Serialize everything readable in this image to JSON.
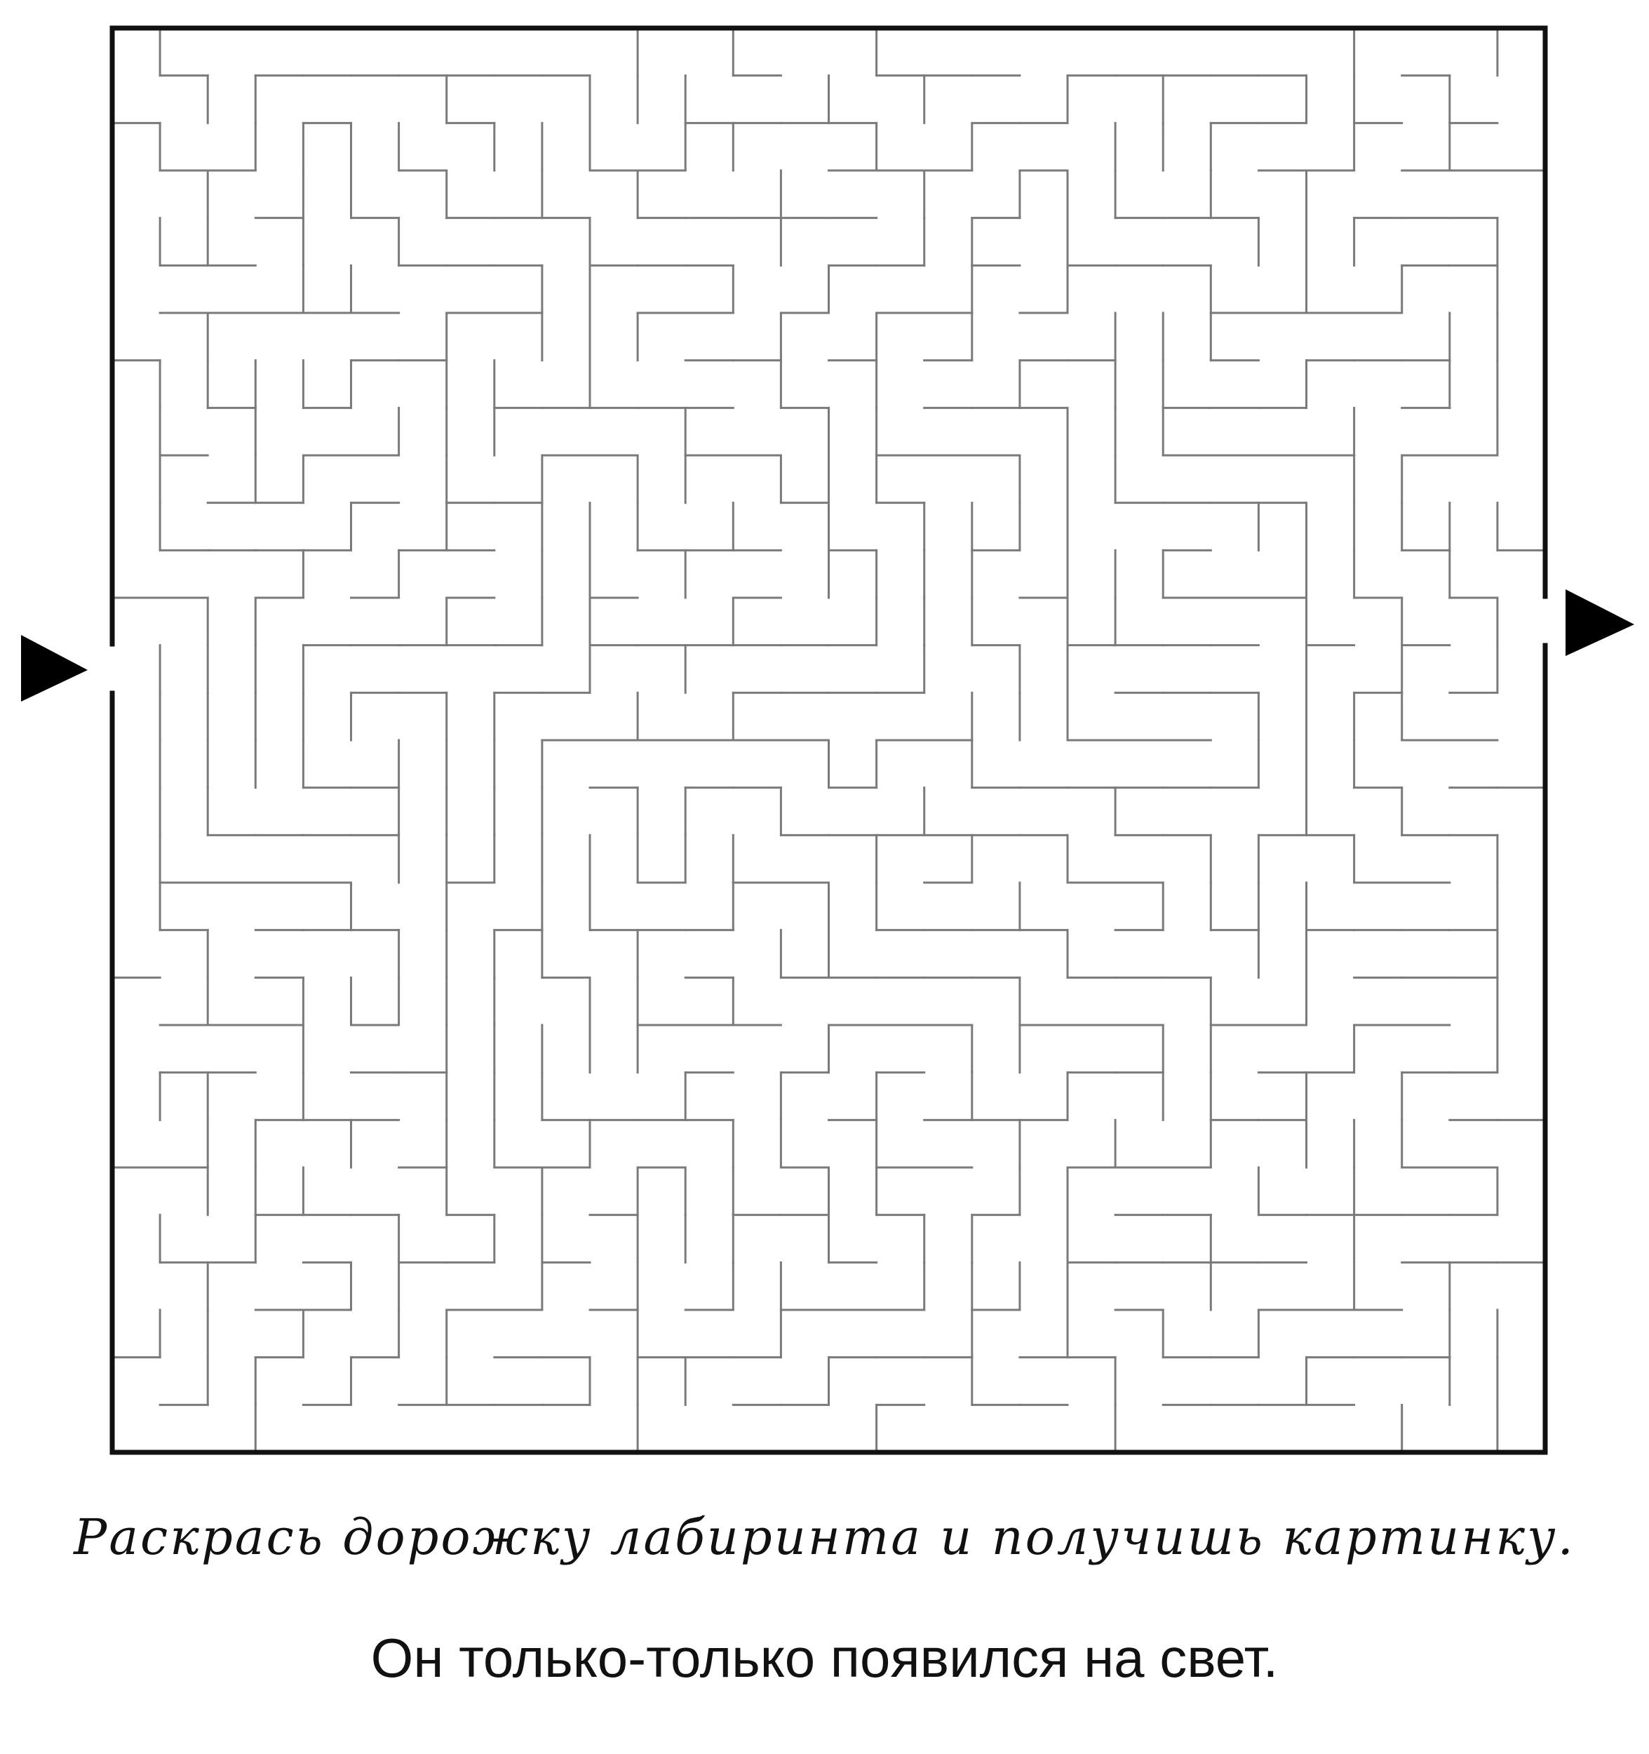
{
  "puzzle": {
    "type": "maze",
    "entry_arrow_icon": "right-arrow",
    "exit_arrow_icon": "right-arrow",
    "wall_color": "#7a7a7a",
    "border_color": "#111111",
    "arrow_color": "#000000"
  },
  "instructions": {
    "task": "Раскрась дорожку лабиринта и получишь картинку.",
    "riddle": "Он только-только появился на свет."
  }
}
